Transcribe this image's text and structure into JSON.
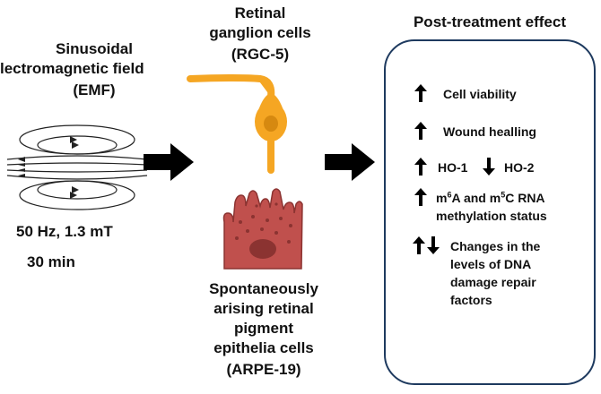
{
  "emf": {
    "title_line1": "Sinusoidal",
    "title_line2": "lectromagnetic field",
    "title_line3": "(EMF)",
    "freq": "50 Hz, 1.3 mT",
    "duration": "30 min"
  },
  "rgc": {
    "line1": "Retinal",
    "line2": "ganglion cells",
    "line3": "(RGC-5)"
  },
  "arpe": {
    "line1": "Spontaneously",
    "line2": "arising retinal",
    "line3": "pigment",
    "line4": "epithelia cells",
    "line5": "(ARPE-19)"
  },
  "effects": {
    "title": "Post-treatment effect",
    "cell_viability": "Cell viability",
    "wound_healing": "Wound healling",
    "ho1": "HO-1",
    "ho2": "HO-2",
    "m6a_prefix": "m",
    "m6a_sup": "6",
    "m6a_mid": "A and m",
    "m5c_sup": "5",
    "m6a_suffix": "C RNA",
    "methylation_line2": "methylation status",
    "dna_line1": "Changes in the",
    "dna_line2": "levels of DNA",
    "dna_line3": "damage repair",
    "dna_line4": "factors"
  },
  "colors": {
    "neuron": "#f5a623",
    "neuron_dark": "#d68910",
    "epithelial": "#c0504d",
    "epithelial_dark": "#8b3331",
    "box_border": "#1e3a5f"
  }
}
